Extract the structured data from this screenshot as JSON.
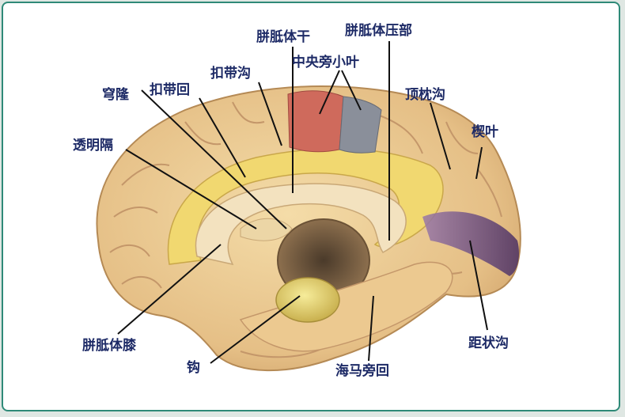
{
  "labels": {
    "corpus_body": "胼胝体干",
    "splenium": "胼胝体压部",
    "paracentral": "中央旁小叶",
    "cingulate_sulcus": "扣带沟",
    "cingulate_gyrus": "扣带回",
    "fornix": "穹隆",
    "septum": "透明隔",
    "parieto_occipital": "顶枕沟",
    "cuneus": "楔叶",
    "genu": "胼胝体膝",
    "uncus": "钩",
    "parahippocampal": "海马旁回",
    "calcarine": "距状沟"
  },
  "colors": {
    "border": "#2f8a78",
    "label": "#1d2a66",
    "cortex": "#e8c48c",
    "gyrus_yellow": "#f1d870",
    "paracentral_red": "#cf6a5c",
    "paracentral_gray": "#8a8f9a",
    "calcarine_purple": "#5a3f72"
  }
}
